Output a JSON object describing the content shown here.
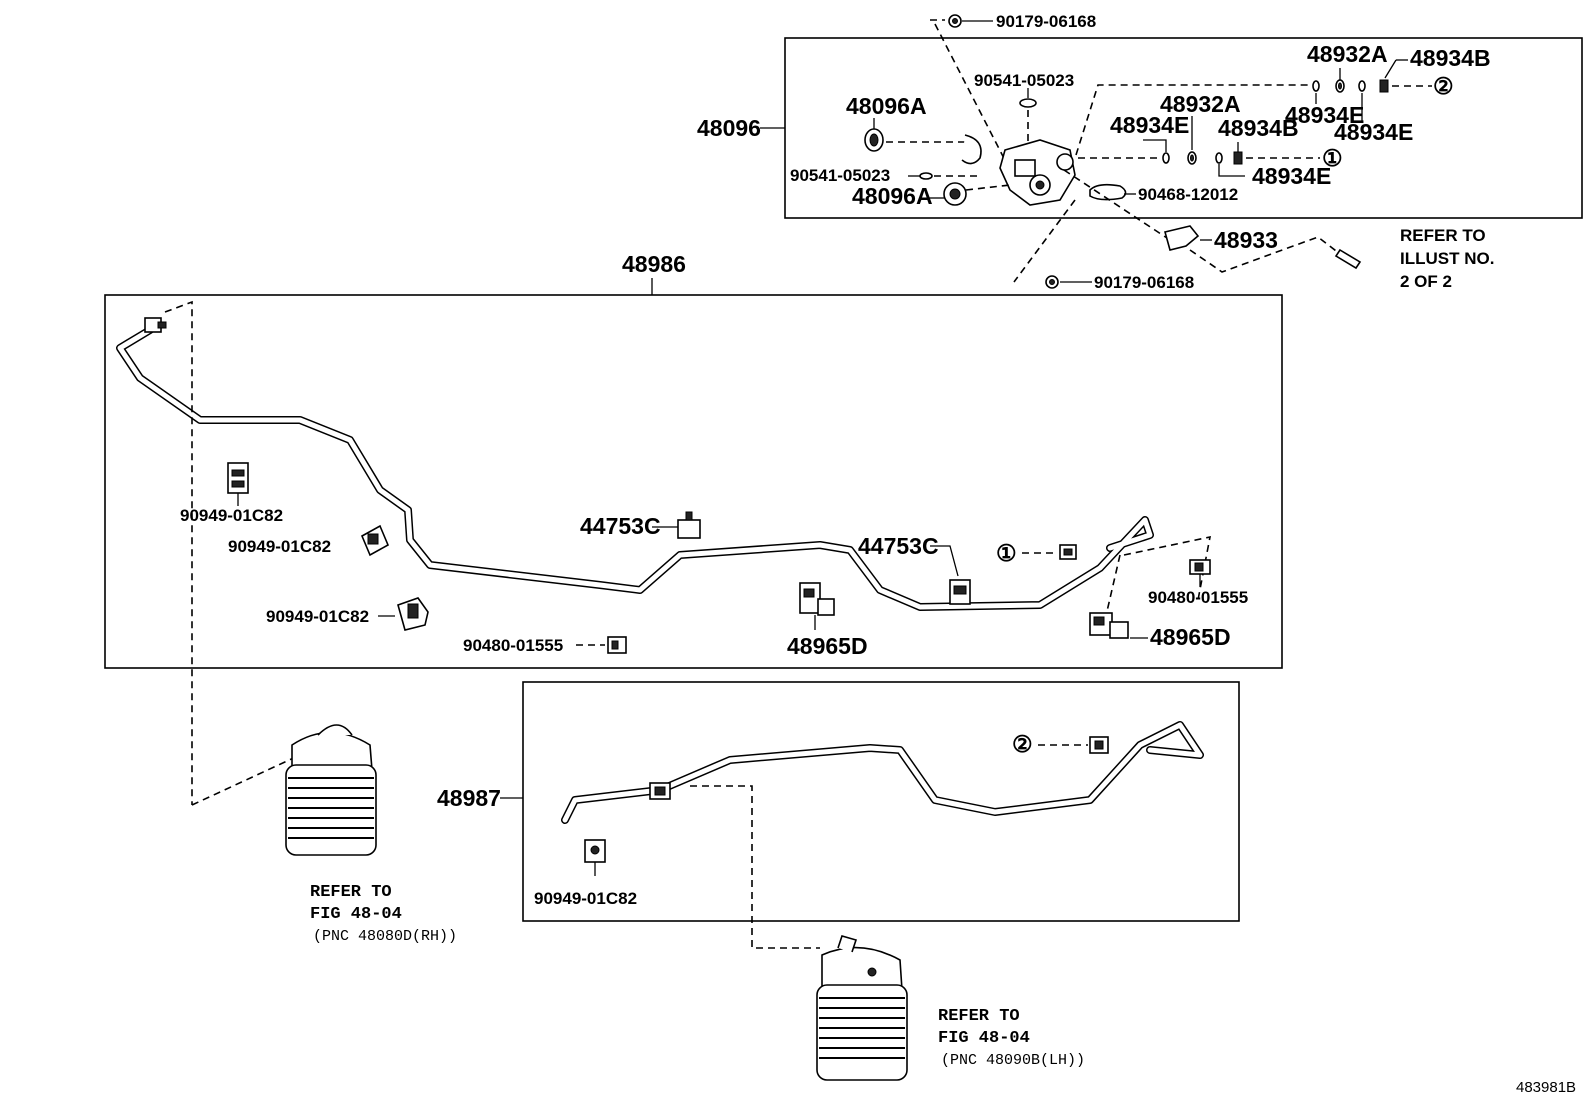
{
  "diagram_code": "483981B",
  "labels": {
    "p90179_top": "90179-06168",
    "p90541_a": "90541-05023",
    "p48932A_1": "48932A",
    "p48934B_1": "48934B",
    "p48934E_1": "48934E",
    "p48934E_2": "48934E",
    "p48096": "48096",
    "p48096A_1": "48096A",
    "p48932A_2": "48932A",
    "p48934E_3": "48934E",
    "p48934B_2": "48934B",
    "p90541_b": "90541-05023",
    "p48934E_4": "48934E",
    "p48096A_2": "48096A",
    "p90468": "90468-12012",
    "p48933": "48933",
    "p90179_bottom": "90179-06168",
    "p48986": "48986",
    "p90949_1": "90949-01C82",
    "p90949_2": "90949-01C82",
    "p90949_3": "90949-01C82",
    "p44753C_1": "44753C",
    "p44753C_2": "44753C",
    "p90480_1": "90480-01555",
    "p90480_2": "90480-01555",
    "p48965D_1": "48965D",
    "p48965D_2": "48965D",
    "p48987": "48987",
    "p90949_4": "90949-01C82"
  },
  "callouts": {
    "circle1": "①",
    "circle2": "②"
  },
  "refer_illust": {
    "line1": "REFER TO",
    "line2": "ILLUST NO.",
    "line3": "2 OF 2"
  },
  "refer_rh": {
    "line1": "REFER TO",
    "line2": "FIG 48-04",
    "line3": "(PNC 48080D(RH))"
  },
  "refer_lh": {
    "line1": "REFER TO",
    "line2": "FIG 48-04",
    "line3": "(PNC 48090B(LH))"
  }
}
